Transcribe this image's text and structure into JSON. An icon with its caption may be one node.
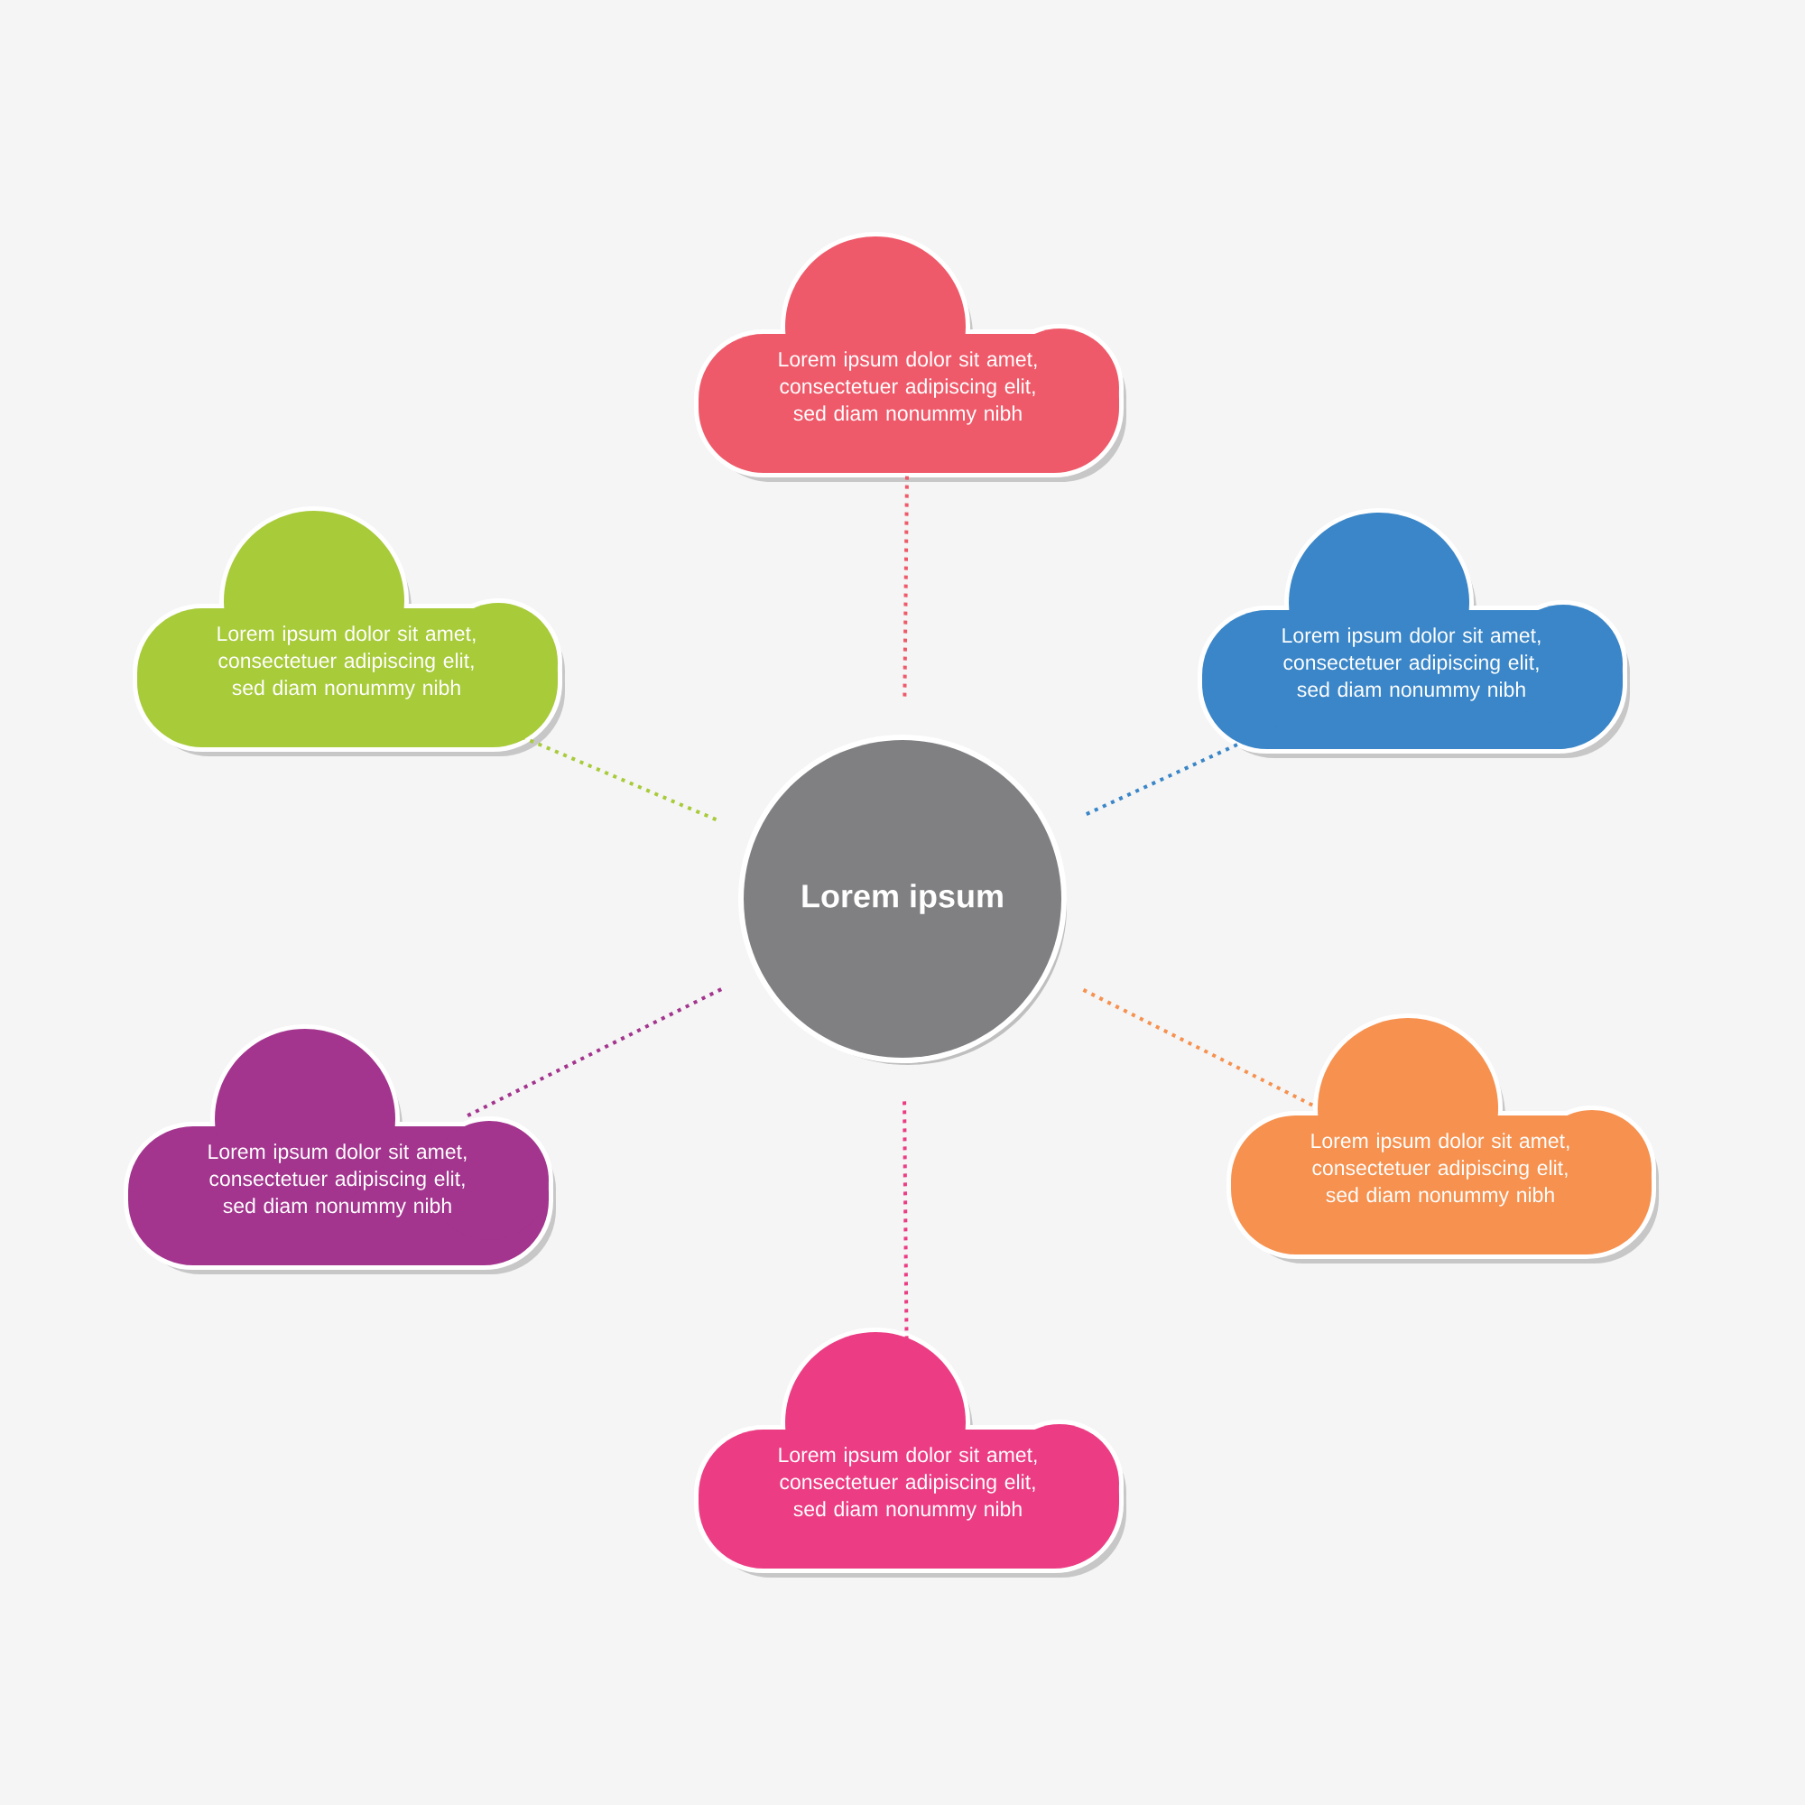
{
  "diagram": {
    "nodes": [
      {
        "text": [
          "Lorem ipsum"
        ]
      },
      {
        "text": [
          "Lorem ipsum dolor sit amet, consectetuer adipiscing elit, sed diam nonummy nibh"
        ]
      },
      {
        "text": [
          "Lorem ipsum dolor sit amet, consectetuer adipiscing elit, sed diam nonummy nibh"
        ]
      },
      {
        "text": [
          "Lorem ipsum dolor sit amet, consectetuer adipiscing elit, sed diam nonummy nibh"
        ]
      },
      {
        "text": [
          "Lorem ipsum dolor sit amet, consectetuer adipiscing elit, sed diam nonummy nibh"
        ]
      },
      {
        "text": [
          "Lorem ipsum dolor sit amet, consectetuer adipiscing elit, sed diam nonummy nibh"
        ]
      },
      {
        "text": [
          "Lorem ipsum dolor sit amet, consectetuer adipiscing elit, sed diam nonummy nibh"
        ]
      }
    ],
    "edges": [
      {
        "from": 0,
        "to": 1,
        "arrow": "none",
        "color": "#ef5a6a"
      },
      {
        "from": 0,
        "to": 2,
        "arrow": "none",
        "color": "#a8cb3a"
      },
      {
        "from": 0,
        "to": 3,
        "arrow": "none",
        "color": "#3a86c8"
      },
      {
        "from": 0,
        "to": 4,
        "arrow": "none",
        "color": "#a3358e"
      },
      {
        "from": 0,
        "to": 5,
        "arrow": "none",
        "color": "#f6914f"
      },
      {
        "from": 0,
        "to": 6,
        "arrow": "none",
        "color": "#ec3d84"
      }
    ]
  }
}
